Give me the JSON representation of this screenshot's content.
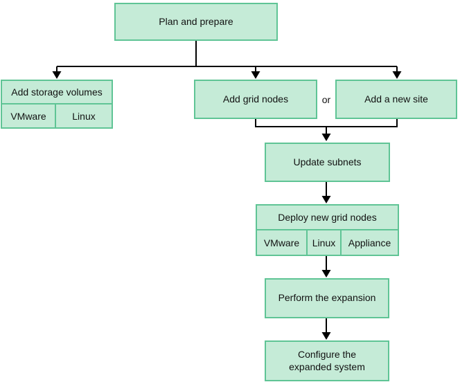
{
  "diagram": {
    "type": "flowchart",
    "colors": {
      "node_fill": "#c5ebd7",
      "node_border": "#5fc495",
      "connector": "#000000",
      "text": "#111111"
    },
    "nodes": {
      "plan": {
        "label": "Plan and prepare"
      },
      "add_storage_volumes": {
        "label": "Add storage volumes",
        "options": [
          "VMware",
          "Linux"
        ]
      },
      "add_grid_nodes": {
        "label": "Add grid nodes"
      },
      "or_label": "or",
      "add_new_site": {
        "label": "Add a new site"
      },
      "update_subnets": {
        "label": "Update subnets"
      },
      "deploy_new_grid_nodes": {
        "label": "Deploy new grid nodes",
        "options": [
          "VMware",
          "Linux",
          "Appliance"
        ]
      },
      "perform_expansion": {
        "label": "Perform the expansion"
      },
      "configure_expanded_system": {
        "label": "Configure the\nexpanded system"
      }
    }
  }
}
